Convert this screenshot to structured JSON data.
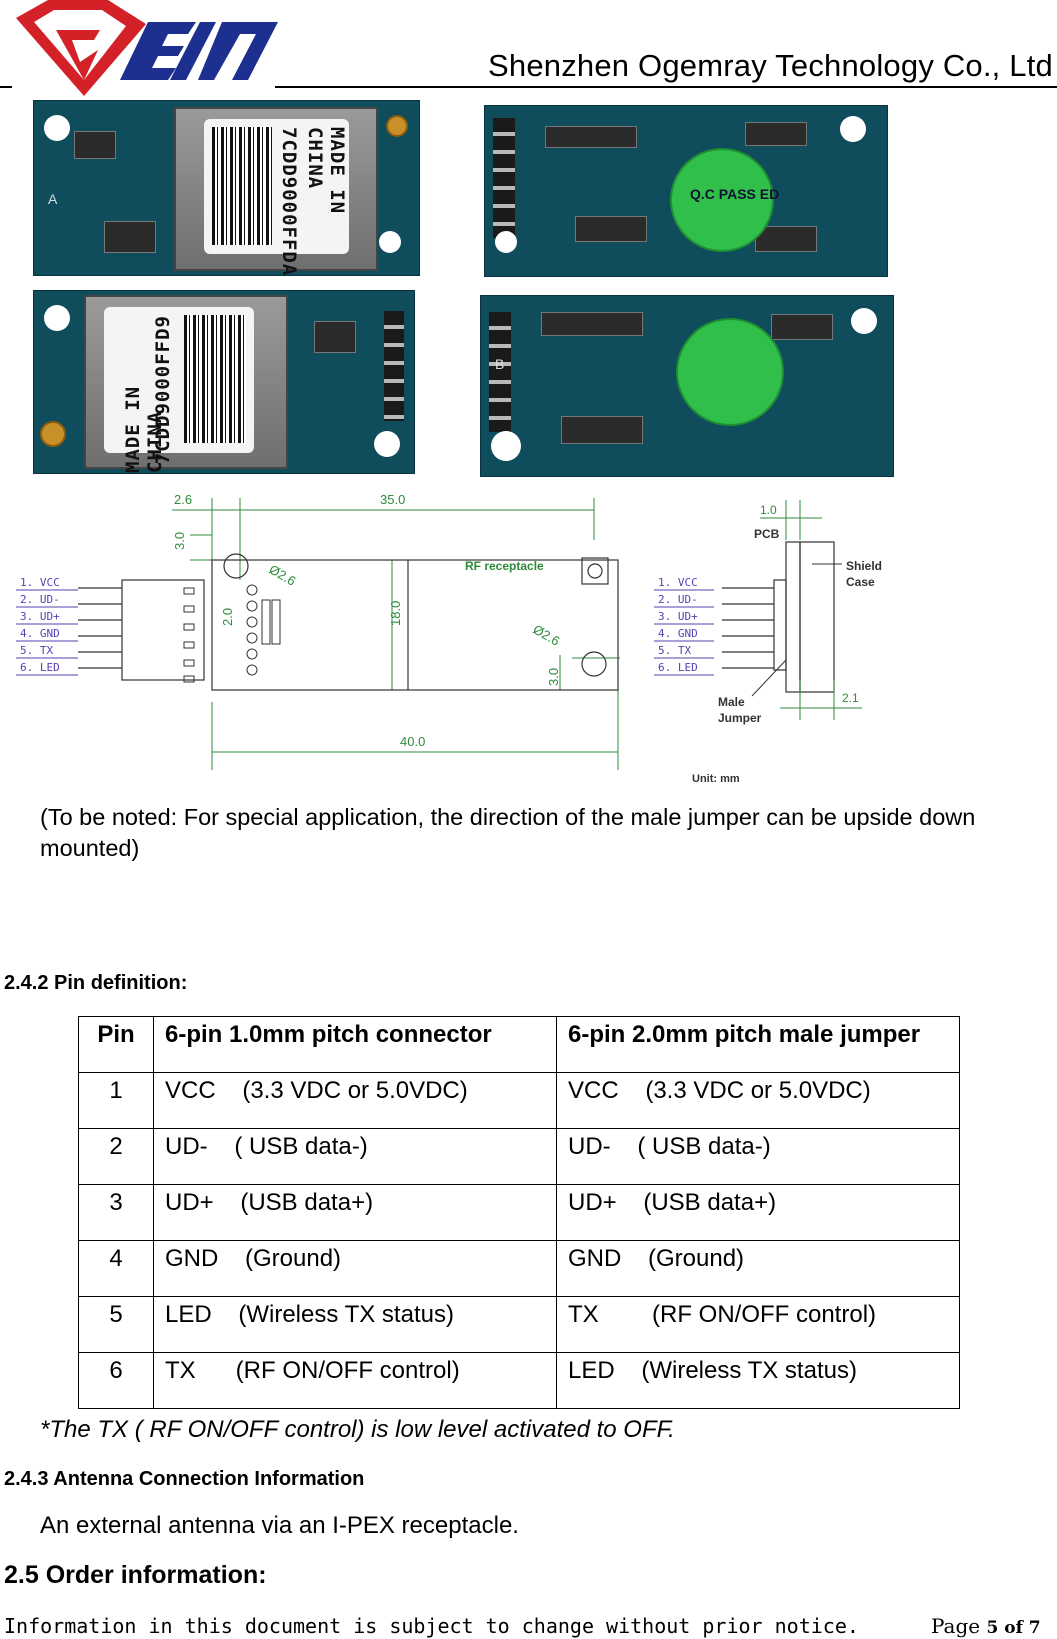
{
  "header": {
    "company": "Shenzhen Ogemray Technology Co., Ltd",
    "logo_text": "GEM"
  },
  "photos": {
    "label_line1": "7CDD9000FFDA",
    "label_line2": "MADE IN CHINA",
    "label_line1_b": "7CDD9000FFD9",
    "label_line2_b": "MADE IN CHINA",
    "sticker_text": "Q.C PASS ED",
    "side_a": "A",
    "side_b": "B"
  },
  "drawing": {
    "dim_top_left": "2.6",
    "dim_top": "35.0",
    "dim_left": "3.0",
    "dim_hole": "Ø2.6",
    "dim_hole2": "Ø2.6",
    "dim_pitch": "2.0",
    "dim_height": "18.0",
    "dim_bottom_right": "3.0",
    "dim_bottom": "40.0",
    "rf_label": "RF receptacle",
    "pins": [
      "1. VCC",
      "2. UD-",
      "3. UD+",
      "4. GND",
      "5. TX",
      "6. LED"
    ],
    "side_dim_top": "1.0",
    "pcb_label": "PCB",
    "shield_label_1": "Shield",
    "shield_label_2": "Case",
    "male_label_1": "Male",
    "male_label_2": "Jumper",
    "side_dim_bottom": "2.1",
    "unit": "Unit: mm"
  },
  "caption": "(To be noted: For special application, the direction of the male jumper can be upside down mounted)",
  "section_242": "2.4.2 Pin definition:",
  "pin_table": {
    "headers": [
      "Pin",
      "6-pin 1.0mm pitch connector",
      "6-pin 2.0mm pitch male jumper"
    ],
    "rows": [
      [
        "1",
        "VCC    (3.3 VDC or 5.0VDC)",
        "VCC    (3.3 VDC or 5.0VDC)"
      ],
      [
        "2",
        "UD-    ( USB data-)",
        "UD-    ( USB data-)"
      ],
      [
        "3",
        "UD+    (USB data+)",
        "UD+    (USB data+)"
      ],
      [
        "4",
        "GND    (Ground)",
        "GND    (Ground)"
      ],
      [
        "5",
        "LED    (Wireless TX status)",
        "TX        (RF ON/OFF control)"
      ],
      [
        "6",
        "TX      (RF ON/OFF control)",
        "LED    (Wireless TX status)"
      ]
    ]
  },
  "note": "*The TX ( RF ON/OFF control) is low level activated to OFF.",
  "section_243": "2.4.3 Antenna Connection Information",
  "antenna_text": "An external antenna via an I-PEX receptacle.",
  "section_25": "2.5 Order information:",
  "footer": {
    "notice": "Information in this document is subject to change without prior notice.",
    "page_label": "Page ",
    "page_num": "5 of 7"
  },
  "colors": {
    "logo_red": "#d42027",
    "logo_blue": "#1d2f8f",
    "pcb": "#0f4c5c",
    "drawing_green": "#2e8b3a",
    "drawing_purple": "#5a3fb0"
  }
}
